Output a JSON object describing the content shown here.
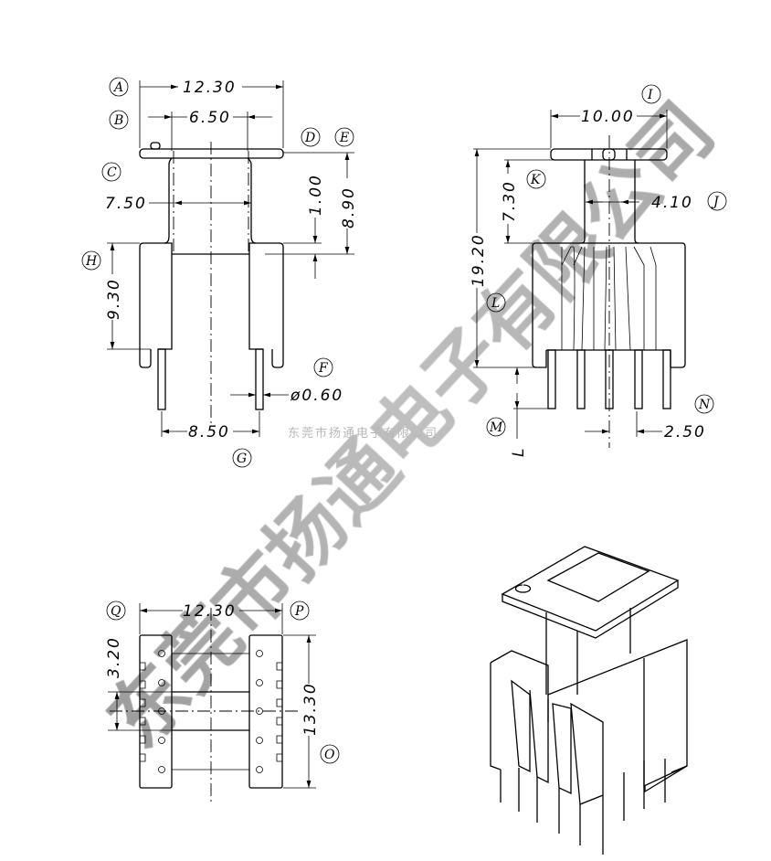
{
  "front_view": {
    "callouts": [
      "A",
      "B",
      "C",
      "D",
      "E",
      "F",
      "G",
      "H"
    ],
    "dims": {
      "overall_width": "12.30",
      "core_width": "6.50",
      "inner_width": "7.50",
      "flange_thickness": "1.00",
      "height": "8.90",
      "base_height": "9.30",
      "pin_diameter": "ø0.60",
      "pin_spacing": "8.50"
    }
  },
  "side_view": {
    "callouts": [
      "I",
      "J",
      "K",
      "L",
      "M",
      "N"
    ],
    "dims": {
      "flange_width": "10.00",
      "core_depth": "4.10",
      "winding_height": "7.30",
      "overall_height": "19.20",
      "pin_length": "L",
      "pin_pitch": "2.50"
    }
  },
  "bottom_view": {
    "callouts": [
      "Q",
      "P",
      "O"
    ],
    "dims": {
      "overall_width": "12.30",
      "row_spacing": "3.20",
      "overall_depth": "13.30"
    }
  },
  "watermark": {
    "large": "东莞市扬通电子有限公司",
    "small": "东莞市扬通电子有限公司"
  }
}
